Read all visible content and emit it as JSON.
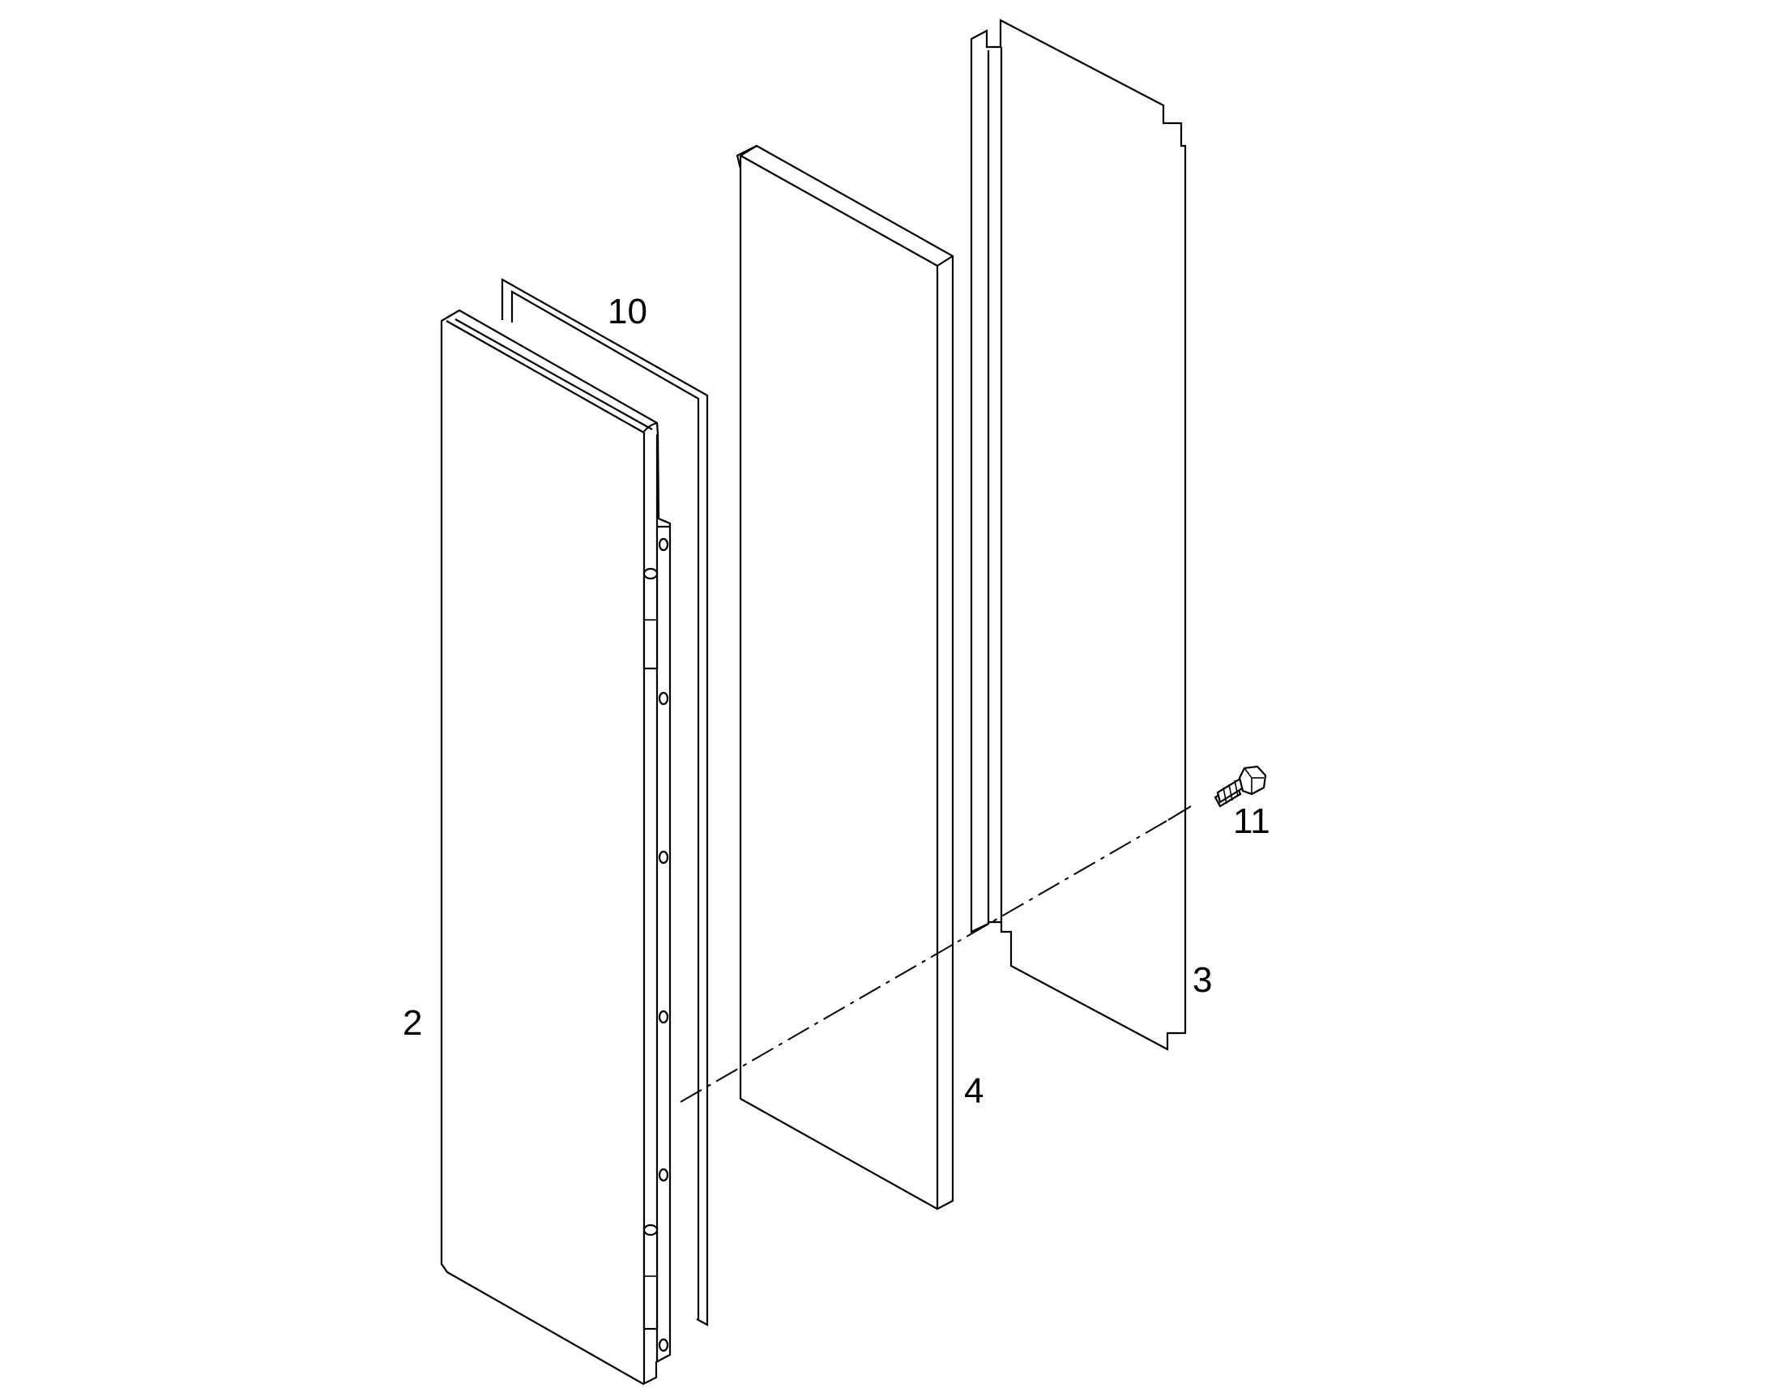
{
  "labels": {
    "part_2": "2",
    "part_3": "3",
    "part_4": "4",
    "part_10": "10",
    "part_11": "11"
  },
  "icons": [
    "door-panel-icon",
    "seal-gasket-icon",
    "insulation-panel-icon",
    "inner-back-panel-icon",
    "hex-bolt-icon",
    "hinge-icon"
  ]
}
